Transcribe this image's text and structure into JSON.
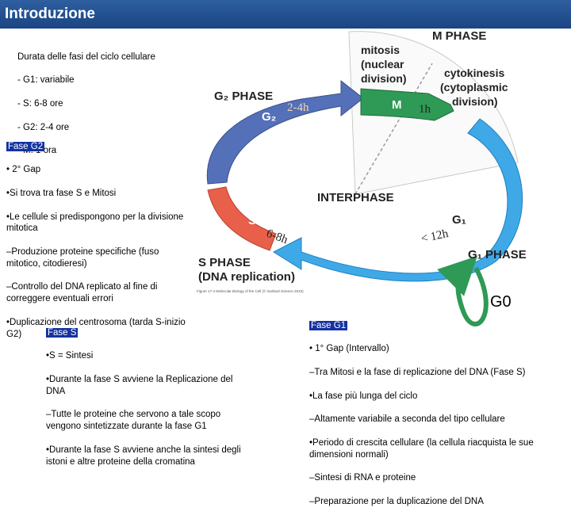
{
  "header": {
    "title": "Introduzione"
  },
  "durations": {
    "title": "Durata delle fasi del ciclo cellulare",
    "lines": [
      "- G1: variabile",
      "- S: 6-8 ore",
      "- G2: 2-4 ore",
      "- M: 1 ora"
    ]
  },
  "g2_box": {
    "heading": "Fase G2",
    "lines": [
      "• 2° Gap",
      "•Si trova tra fase S e Mitosi",
      "•Le cellule si predispongono per la divisione mitotica",
      "–Produzione proteine specifiche (fuso mitotico, citodieresi)",
      "–Controllo del DNA replicato al fine di correggere eventuali errori",
      "•Duplicazione del centrosoma (tarda S-inizio G2)"
    ]
  },
  "s_box": {
    "heading": "Fase S",
    "lines": [
      "•S = Sintesi",
      "•Durante la fase S avviene la Replicazione del DNA",
      "–Tutte le proteine che servono a tale scopo vengono sintetizzate durante la fase G1",
      "•Durante la fase S avviene anche la sintesi degli istoni e altre proteine della cromatina"
    ]
  },
  "g1_box": {
    "heading": "Fase G1",
    "lines": [
      "• 1° Gap (Intervallo)",
      "–Tra Mitosi e la fase di replicazione del DNA (Fase S)",
      "•La fase più lunga del ciclo",
      "–Altamente variabile a seconda del tipo cellulare",
      "•Periodo di crescita cellulare (la cellula riacquista le sue dimensioni normali)",
      "–Sintesi di RNA e proteine",
      "–Preparazione per la duplicazione del DNA"
    ]
  },
  "diagram": {
    "m_phase_title": "M PHASE",
    "mitosis": [
      "mitosis",
      "(nuclear",
      "division)"
    ],
    "cytokinesis": [
      "cytokinesis",
      "(cytoplasmic",
      "division)"
    ],
    "g2_phase_title": "G₂ PHASE",
    "g2_label": "G₂",
    "g2_time": "2-4h",
    "m_label": "M",
    "m_time": "1h",
    "interphase": "INTERPHASE",
    "s_label": "S",
    "s_time": "6-8h",
    "g1_label": "G₁",
    "g1_time": "< 12h",
    "s_phase_title": [
      "S PHASE",
      "(DNA replication)"
    ],
    "g1_phase_title": "G₁ PHASE",
    "g0_label": "G0",
    "caption": "Figure 17-4 Molecular Biology of the Cell (© Garland Science 2015)",
    "colors": {
      "g1": "#3fa9e8",
      "s": "#e8604a",
      "g2": "#5470b8",
      "m": "#2e9a55",
      "text": "#222222"
    }
  }
}
